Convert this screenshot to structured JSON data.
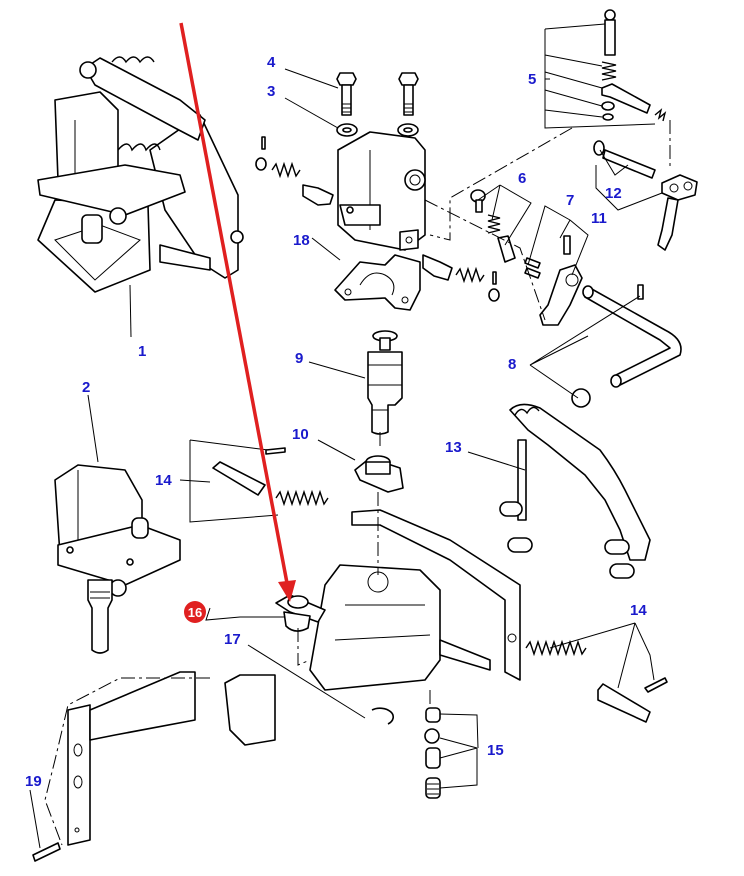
{
  "diagram": {
    "title": "Tow hitch assembly exploded parts diagram",
    "label_color": "#1a1acc",
    "highlight_color": "#e02020",
    "arrow_color": "#e02020",
    "highlighted_part": "16",
    "labels": [
      {
        "id": "1",
        "text": "1"
      },
      {
        "id": "2",
        "text": "2"
      },
      {
        "id": "3",
        "text": "3"
      },
      {
        "id": "4",
        "text": "4"
      },
      {
        "id": "5",
        "text": "5"
      },
      {
        "id": "6",
        "text": "6"
      },
      {
        "id": "7",
        "text": "7"
      },
      {
        "id": "8",
        "text": "8"
      },
      {
        "id": "9",
        "text": "9"
      },
      {
        "id": "10",
        "text": "10"
      },
      {
        "id": "11",
        "text": "11"
      },
      {
        "id": "12",
        "text": "12"
      },
      {
        "id": "13",
        "text": "13"
      },
      {
        "id": "14a",
        "text": "14"
      },
      {
        "id": "14b",
        "text": "14"
      },
      {
        "id": "15",
        "text": "15"
      },
      {
        "id": "16",
        "text": "16"
      },
      {
        "id": "17",
        "text": "17"
      },
      {
        "id": "18",
        "text": "18"
      },
      {
        "id": "19",
        "text": "19"
      }
    ]
  }
}
